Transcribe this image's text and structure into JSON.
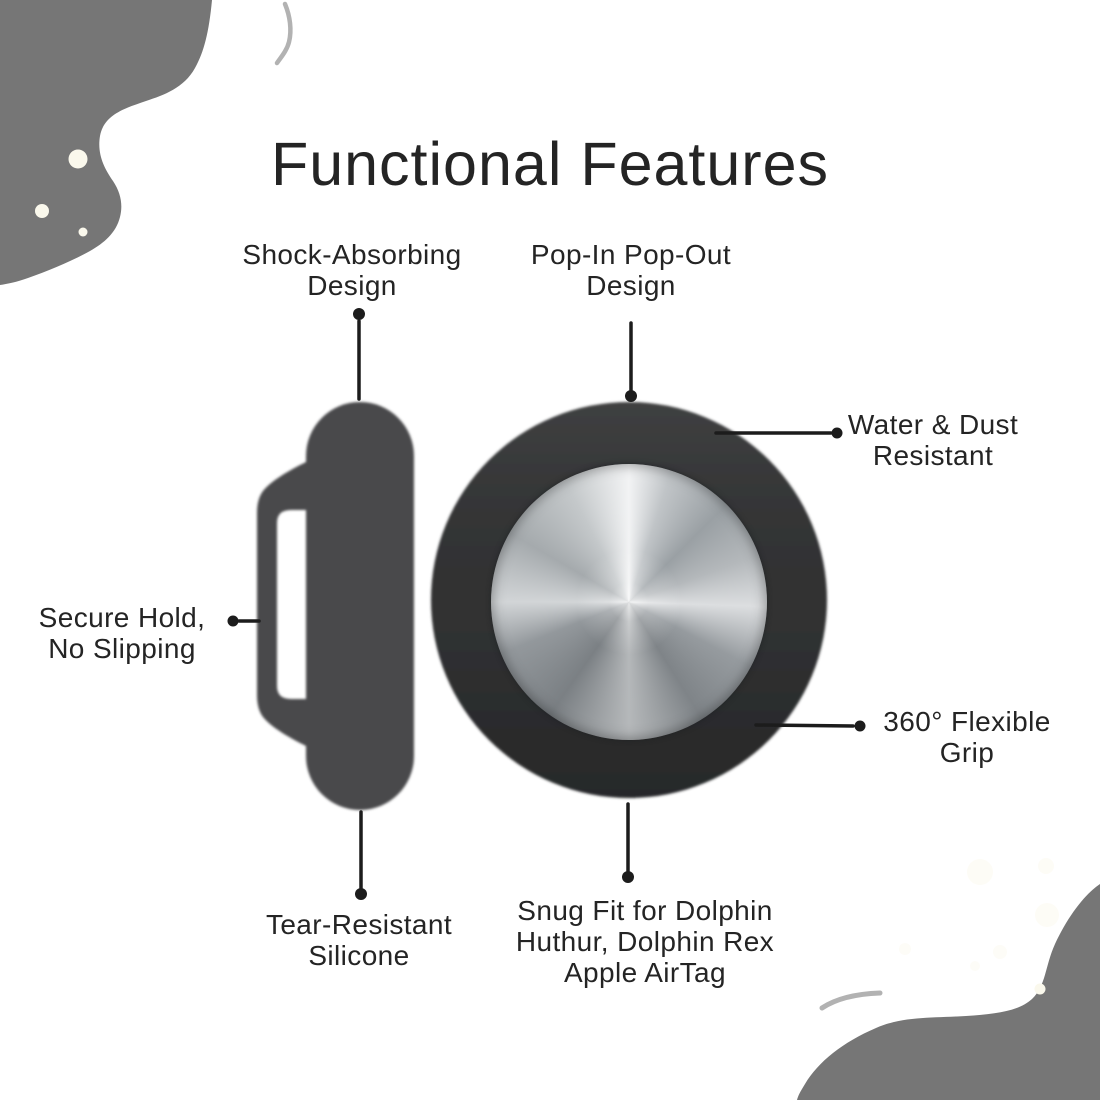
{
  "title": "Functional Features",
  "callouts": {
    "shock_absorbing": {
      "label": "Shock-Absorbing\nDesign"
    },
    "pop_in_pop_out": {
      "label": "Pop-In Pop-Out\nDesign"
    },
    "water_dust": {
      "label": "Water & Dust\nResistant"
    },
    "secure_hold": {
      "label": "Secure Hold,\nNo Slipping"
    },
    "flexible_grip": {
      "label": "360° Flexible\nGrip"
    },
    "tear_resistant": {
      "label": "Tear-Resistant\nSilicone"
    },
    "snug_fit": {
      "label": "Snug Fit for Dolphin\nHuthur, Dolphin Rex\nApple AirTag"
    }
  },
  "colors": {
    "background": "#ffffff",
    "blob_gray": "#767676",
    "cream_dot": "#faf8ec",
    "decor_stroke": "#b2b2b2",
    "product_gray": "#4a4a4b",
    "ring_dark": "#313233",
    "line_black": "#1c1c1c",
    "text_dark": "#242424"
  }
}
